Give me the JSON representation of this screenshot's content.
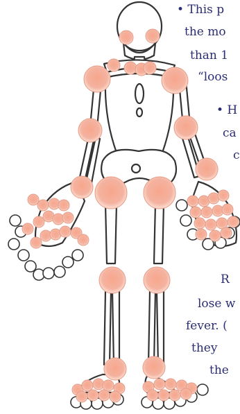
{
  "text_lines": [
    "• This p",
    "the mo",
    "than 1",
    "“loos",
    "• H",
    "ca",
    "c",
    "R",
    "lose w",
    "fever. (",
    "they",
    "the"
  ],
  "colors": {
    "text": "#2b2e73",
    "joint_center": "#f7a68c",
    "joint_edge": "#fde1d6",
    "outline": "#333333"
  }
}
